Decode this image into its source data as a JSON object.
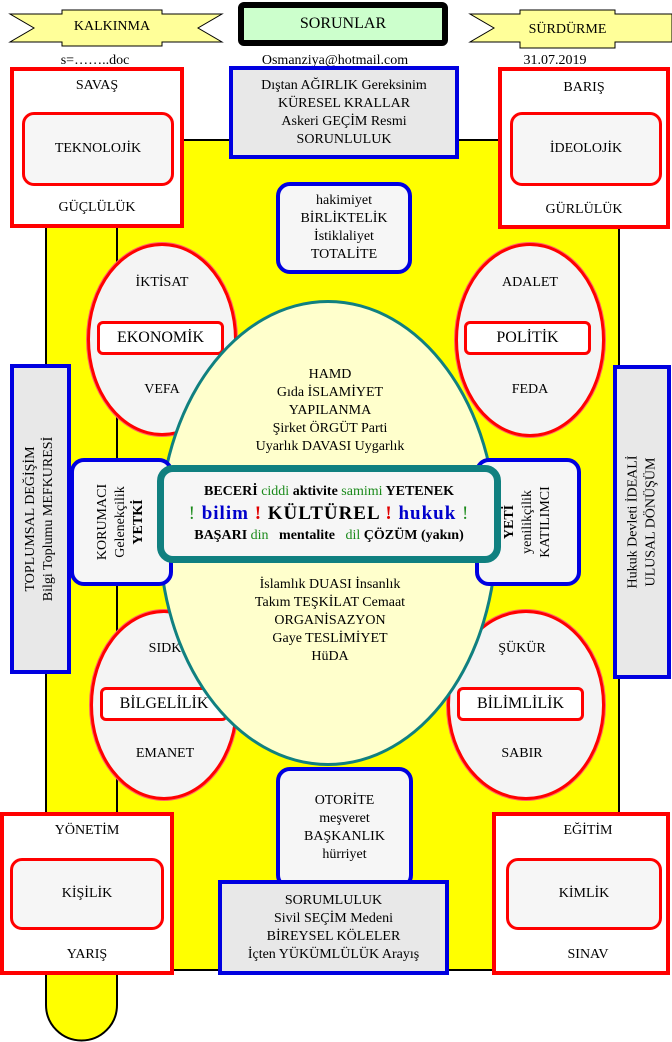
{
  "header": {
    "left_banner": "KALKINMA",
    "title": "SORUNLAR",
    "right_banner": "SÜRDÜRME",
    "file": "s=……..doc",
    "email": "Osmanziya@hotmail.com",
    "date": "31.07.2019"
  },
  "corners": {
    "top_left": {
      "top": "SAVAŞ",
      "inner": "TEKNOLOJİK",
      "bottom": "GÜÇLÜLÜK"
    },
    "top_right": {
      "top": "BARIŞ",
      "inner": "İDEOLOJİK",
      "bottom": "GÜRLÜLÜK"
    },
    "bottom_left": {
      "top": "YÖNETİM",
      "inner": "KİŞİLİK",
      "bottom": "YARIŞ"
    },
    "bottom_right": {
      "top": "EĞİTİM",
      "inner": "KİMLİK",
      "bottom": "SINAV"
    }
  },
  "top_box": [
    "Dıştan AĞIRLIK  Gereksinim",
    "KÜRESEL KRALLAR",
    "Askeri  GEÇİM  Resmi",
    "SORUNLULUK"
  ],
  "upper_box": [
    "hakimiyet",
    "BİRLİKTELİK",
    "İstiklaliyet",
    "TOTALİTE"
  ],
  "lower_box": [
    "OTORİTE",
    "meşveret",
    "BAŞKANLIK",
    "hürriyet"
  ],
  "bottom_box": [
    "SORUMLULUK",
    "Sivil  SEÇİM  Medeni",
    "BİREYSEL KÖLELER",
    "İçten  YÜKÜMLÜLÜK Arayış"
  ],
  "ellipses": {
    "top_left": {
      "top": "İKTİSAT",
      "label": "EKONOMİK",
      "bottom": "VEFA"
    },
    "top_right": {
      "top": "ADALET",
      "label": "POLİTİK",
      "bottom": "FEDA"
    },
    "bottom_left": {
      "top": "SIDK",
      "label": "BİLGELİLİK",
      "bottom": "EMANET"
    },
    "bottom_right": {
      "top": "ŞÜKÜR",
      "label": "BİLİMLİLİK",
      "bottom": "SABIR"
    }
  },
  "center_upper": [
    "HAMD",
    "Gıda İSLAMİYET",
    "YAPILANMA",
    "Şirket  ÖRGÜT  Parti",
    "Uyarlık DAVASI Uygarlık"
  ],
  "center_lower": [
    "İslamlık DUASI İnsanlık",
    "Takım  TEŞKİLAT  Cemaat",
    "ORGANİSAZYON",
    "Gaye TESLİMİYET",
    "HüDA"
  ],
  "core": {
    "line1": [
      "BECERİ",
      "ciddi",
      "aktivite",
      "samimi",
      "YETENEK"
    ],
    "line2": [
      "!",
      "bilim",
      "!",
      "KÜLTÜREL",
      "!",
      "hukuk",
      "!"
    ],
    "line3": [
      "BAŞARI",
      "din",
      "mentalite",
      "dil",
      "ÇÖZÜM",
      "(yakın)"
    ]
  },
  "left_mid": [
    "KORUMACI",
    "Gelenekçilik",
    "YETKİ"
  ],
  "right_mid": [
    "YETİ",
    "yenilikçilik",
    "KATILIMCI"
  ],
  "left_side": [
    "TOPLUMSAL DEĞİŞİM",
    "Bilgi Toplumu MEFKURESİ"
  ],
  "right_side": [
    "Hukuk Devleti İDEALİ",
    "ULUSAL DÖNÜŞÜM"
  ]
}
